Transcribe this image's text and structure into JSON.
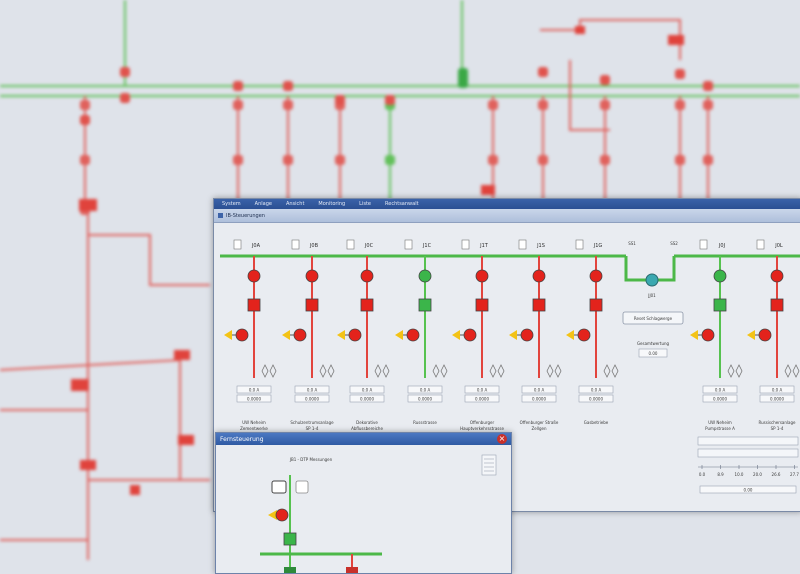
{
  "colors": {
    "accent": "#2b4f93",
    "open": "#e3231c",
    "closed": "#3bb54a",
    "bus": "#4cb848",
    "background": "#dfe3ea"
  },
  "main_window": {
    "menu": [
      "System",
      "Anlage",
      "Ansicht",
      "Monitoring",
      "Liste",
      "Rechtsanwalt"
    ],
    "title": "IB-Steuerungen",
    "sources": [
      "SS1",
      "SS2"
    ],
    "coupler": {
      "name": "JJ01",
      "button_label": "Reset Schlagwerge",
      "status_label": "Gesamtwertung",
      "status_value": "0.00"
    },
    "feeders": [
      {
        "id": "J0A",
        "state": "open",
        "value_a": "0.0 A",
        "value_b": "0.0000",
        "label_lines": [
          "UW Neheim",
          "Zementwerke"
        ]
      },
      {
        "id": "J0B",
        "state": "open",
        "value_a": "0.0 A",
        "value_b": "0.0000",
        "label_lines": [
          "Schulzentrumsanlage",
          "SP 1-4"
        ]
      },
      {
        "id": "J0C",
        "state": "open",
        "value_a": "0.0 A",
        "value_b": "0.0000",
        "label_lines": [
          "Dekorative",
          "Abflussbereiche"
        ]
      },
      {
        "id": "J1C",
        "state": "closed",
        "value_a": "0.0 A",
        "value_b": "0.0000",
        "label_lines": [
          "Russstrasse"
        ]
      },
      {
        "id": "J1T",
        "state": "open",
        "value_a": "0.0 A",
        "value_b": "0.0000",
        "label_lines": [
          "Offenburger",
          "Hauptverkehrsstrasse"
        ]
      },
      {
        "id": "J1S",
        "state": "open",
        "value_a": "0.0 A",
        "value_b": "0.0000",
        "label_lines": [
          "Offenburger Straße",
          "Zellgen"
        ]
      },
      {
        "id": "J1G",
        "state": "open",
        "value_a": "0.0 A",
        "value_b": "0.0000",
        "label_lines": [
          "Gasbetriebe"
        ]
      },
      {
        "id": "J0J",
        "state": "closed",
        "value_a": "0.0 A",
        "value_b": "0.0000",
        "label_lines": [
          "UW Neheim",
          "Pumpstrasse A"
        ]
      },
      {
        "id": "J0L",
        "state": "open",
        "value_a": "0.0 A",
        "value_b": "0.0000",
        "label_lines": [
          "Russischersanlage",
          "SP 1-4"
        ]
      }
    ],
    "scale_ticks": [
      "0.0",
      "8.9",
      "10.0",
      "20.0",
      "26.6",
      "27.7"
    ],
    "scale_value": "0.00"
  },
  "sub_window": {
    "title": "Fernsteuerung",
    "subtitle": "JB1 - DTP Messungen"
  }
}
